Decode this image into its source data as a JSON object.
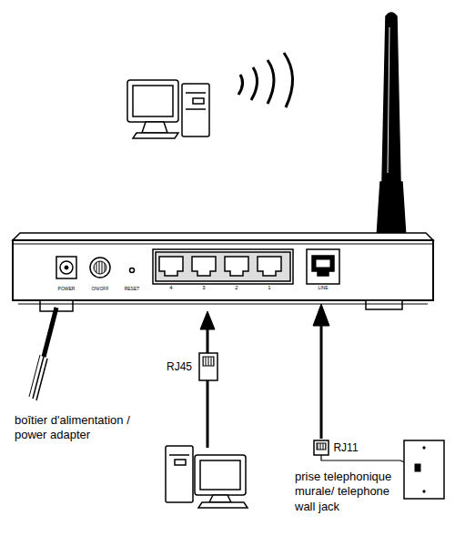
{
  "diagram": {
    "labels": [
      "POWER",
      "ON/OFF",
      "RESET",
      "4",
      "3",
      "2",
      "1",
      "LINE",
      "RJ45",
      "RJ11",
      "boîtier d'alimentation / power adapter",
      "prise telephonique murale/ telephone wall jack"
    ]
  }
}
